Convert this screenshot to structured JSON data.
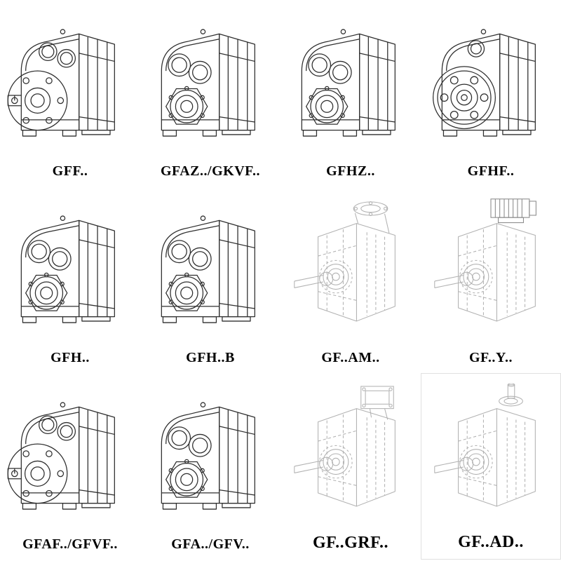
{
  "page": {
    "title": "Gear reducer model overview",
    "background": "#ffffff",
    "solid_line_color": "#2f2f2f",
    "faint_line_color": "#b2b2b2"
  },
  "catalog": {
    "items": [
      {
        "label": "GFF..",
        "variant": "flange-side",
        "style": "solid",
        "drawing": "flange-mounted-gearbox-drawing"
      },
      {
        "label": "GFAZ../GKVF..",
        "variant": "bore-front",
        "style": "solid",
        "drawing": "shaft-mounted-gearbox-drawing"
      },
      {
        "label": "GFHZ..",
        "variant": "bore-front",
        "style": "solid",
        "drawing": "hollow-shaft-gearbox-drawing"
      },
      {
        "label": "GFHF..",
        "variant": "flange-front",
        "style": "solid",
        "drawing": "hollow-shaft-flange-gearbox-drawing"
      },
      {
        "label": "GFH..",
        "variant": "bore-front",
        "style": "solid",
        "drawing": "hollow-shaft-gearbox-drawing"
      },
      {
        "label": "GFH..B",
        "variant": "bore-front-foot",
        "style": "solid",
        "drawing": "foot-mounted-gearbox-drawing"
      },
      {
        "label": "GF..AM..",
        "variant": "shaft-left-flange-top",
        "style": "faint",
        "drawing": "gearbox-with-input-flange-drawing"
      },
      {
        "label": "GF..Y..",
        "variant": "shaft-left-motor",
        "style": "faint",
        "drawing": "gearbox-with-motor-drawing"
      },
      {
        "label": "GFAF../GFVF..",
        "variant": "flange-side",
        "style": "solid",
        "drawing": "flange-mounted-gearbox-drawing"
      },
      {
        "label": "GFA../GFV..",
        "variant": "bore-front",
        "style": "solid",
        "drawing": "shaft-mounted-gearbox-drawing"
      },
      {
        "label": "GF..GRF..",
        "variant": "shaft-left-adapter",
        "style": "faint",
        "label_large": true,
        "drawing": "gearbox-with-adapter-drawing"
      },
      {
        "label": "GF..AD..",
        "variant": "shaft-left-plain",
        "style": "faint",
        "label_large": true,
        "framed": true,
        "drawing": "gearbox-with-input-shaft-drawing"
      }
    ]
  }
}
